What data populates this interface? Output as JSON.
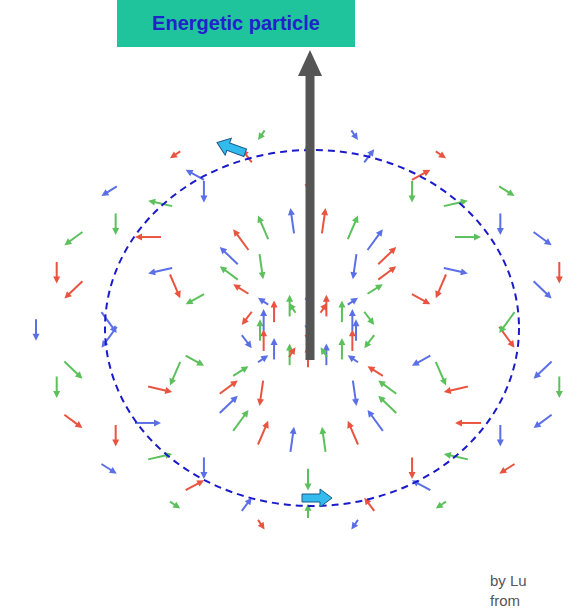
{
  "diagram": {
    "nodes": [
      {
        "text": [
          "Energetic particle"
        ]
      }
    ],
    "labels": [
      "by Lu",
      "from"
    ]
  }
}
